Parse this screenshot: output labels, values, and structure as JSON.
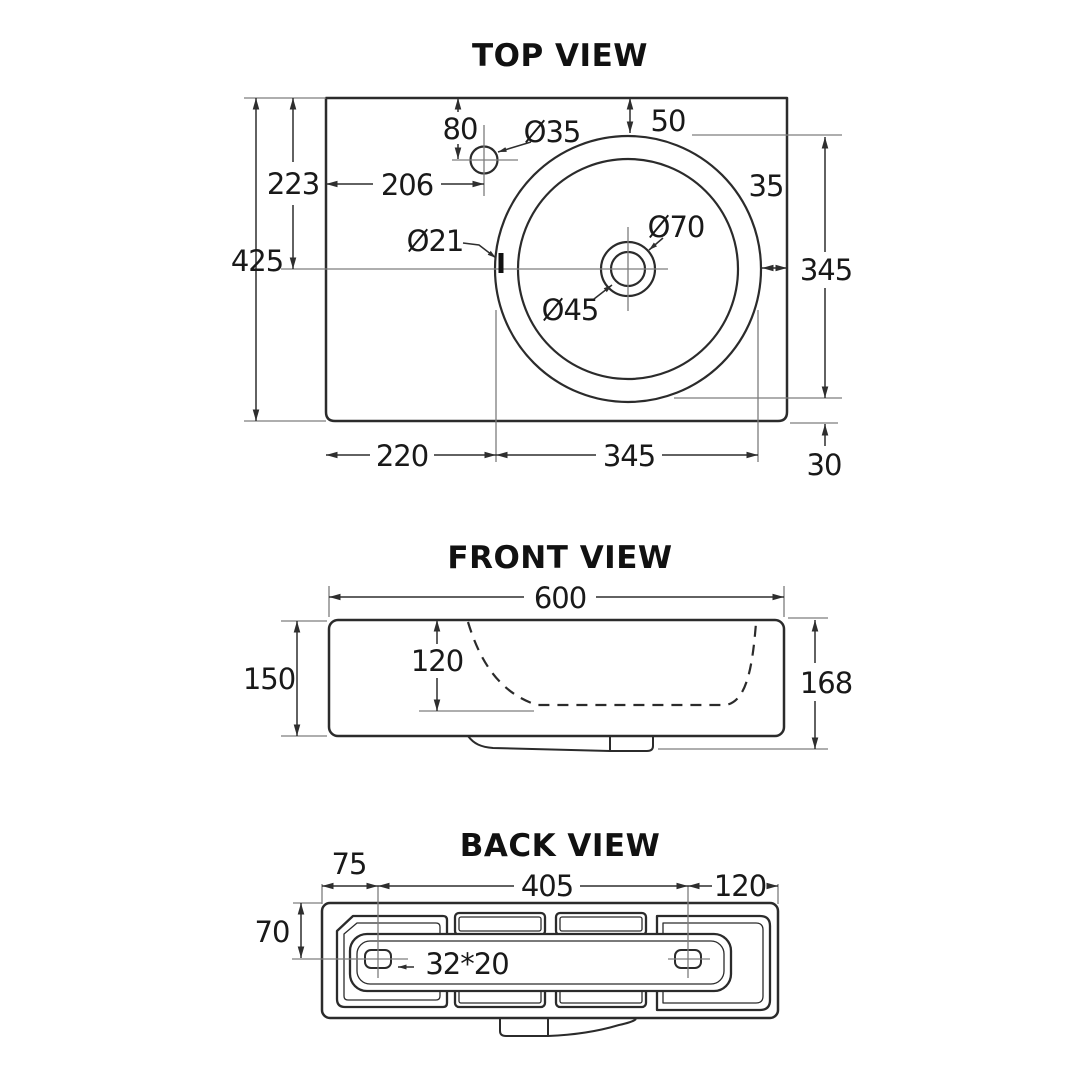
{
  "drawing": {
    "background": "#ffffff",
    "line_color": "#2b2b2b",
    "dim_text_color": "#191919"
  },
  "views": {
    "top": {
      "title": "TOP VIEW",
      "dims": {
        "overall_depth": "425",
        "left_to_center": "223",
        "tap_from_top": "80",
        "tap_hole_dia": "Ø35",
        "tap_from_left": "206",
        "basin_from_top": "50",
        "right_gap": "35",
        "overflow_dia": "Ø21",
        "drain_outer_dia": "Ø70",
        "drain_inner_dia": "Ø45",
        "basin_dia_right": "345",
        "basin_to_bottom": "30",
        "left_ledge": "220",
        "basin_dia_bottom": "345"
      }
    },
    "front": {
      "title": "FRONT VIEW",
      "dims": {
        "overall_width": "600",
        "front_height": "150",
        "bowl_depth": "120",
        "total_height": "168"
      }
    },
    "back": {
      "title": "BACK VIEW",
      "dims": {
        "left_to_slot": "75",
        "slot_spacing": "405",
        "slot_to_right": "120",
        "slot_from_top": "70",
        "slot_size": "32*20"
      }
    }
  }
}
